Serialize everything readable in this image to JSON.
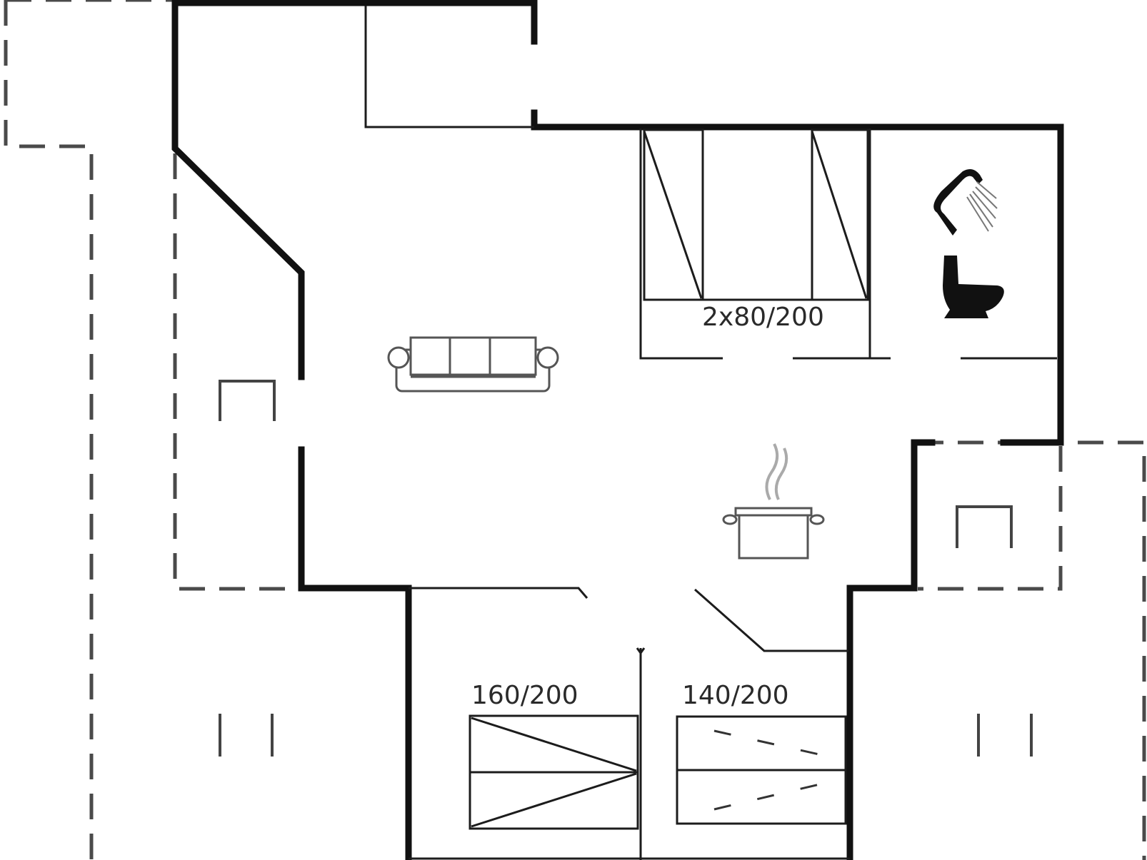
{
  "plan": {
    "bed_labels": {
      "twin_beds": "2x80/200",
      "bed_left": "160/200",
      "bed_right": "140/200"
    },
    "icons": [
      "sofa-icon",
      "cooking-pot-icon",
      "shower-icon",
      "toilet-icon",
      "table-icon",
      "bed-icon"
    ],
    "colors": {
      "walls": "#111111",
      "outline": "#4a4a4a",
      "furniture": "#555555",
      "background": "#ffffff"
    }
  }
}
